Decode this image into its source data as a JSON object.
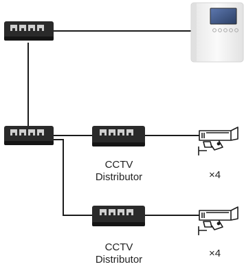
{
  "distributors": [
    {
      "label_line1": "CCTV",
      "label_line2": "Distributor",
      "camera_count": "×4"
    },
    {
      "label_line1": "CCTV",
      "label_line2": "Distributor",
      "camera_count": "×4"
    }
  ],
  "colors": {
    "cable": "#1a1a1a",
    "switch_body": "#2a2a2a",
    "port": "#cfcfcf",
    "monitor_body": "#f2f2f2",
    "monitor_screen": "#3a4f7a",
    "camera_body": "#ffffff"
  }
}
